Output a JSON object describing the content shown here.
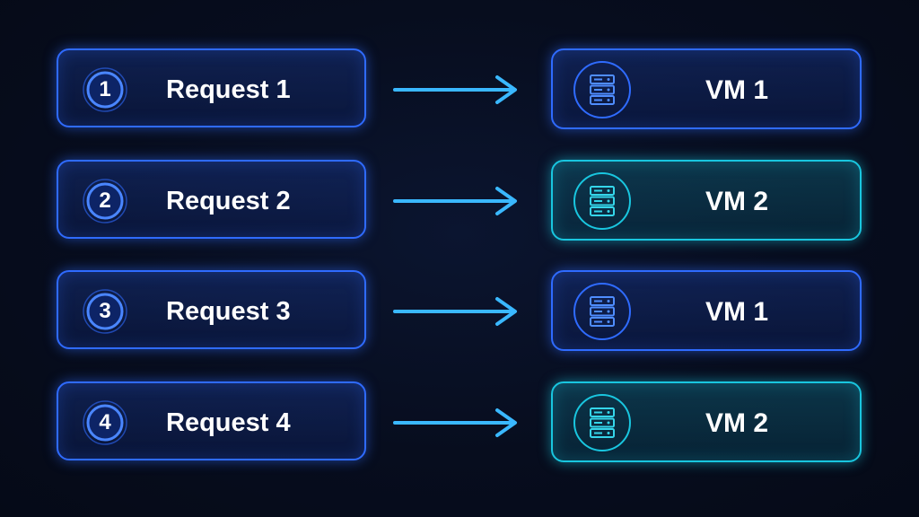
{
  "rows": [
    {
      "number": "1",
      "request": "Request 1",
      "vm": "VM 1",
      "vm_color": "#2f6bff"
    },
    {
      "number": "2",
      "request": "Request 2",
      "vm": "VM 2",
      "vm_color": "#19c6df"
    },
    {
      "number": "3",
      "request": "Request 3",
      "vm": "VM 1",
      "vm_color": "#2f6bff"
    },
    {
      "number": "4",
      "request": "Request 4",
      "vm": "VM 2",
      "vm_color": "#19c6df"
    }
  ],
  "colors": {
    "background": "#070d1e",
    "request_border": "#2f6bff",
    "arrow": "#3ab8ff",
    "vm1_accent": "#2f6bff",
    "vm2_accent": "#19c6df",
    "text": "#ffffff"
  },
  "icons": {
    "badge": "number-circle-icon",
    "arrow": "arrow-right-icon",
    "vm": "server-rack-icon"
  }
}
